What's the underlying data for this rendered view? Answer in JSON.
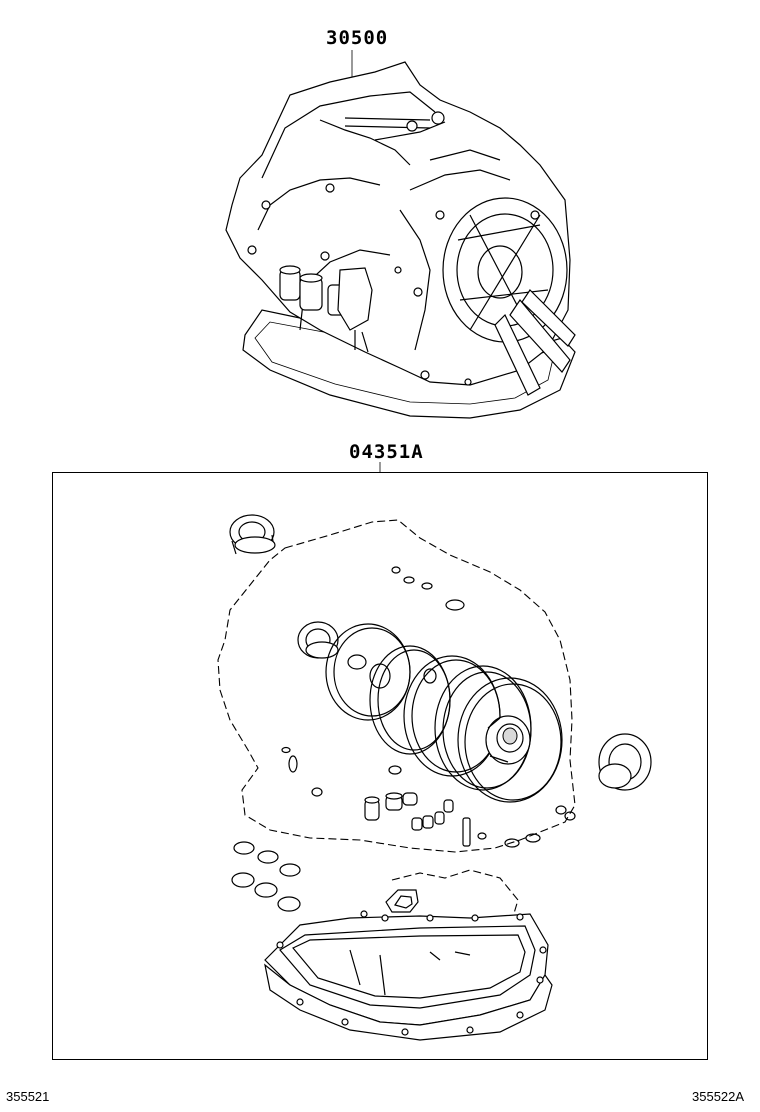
{
  "diagram": {
    "parts": [
      {
        "number": "30500"
      },
      {
        "number": "04351A"
      }
    ],
    "footer": {
      "left_code": "355521",
      "right_code": "355522A"
    }
  }
}
